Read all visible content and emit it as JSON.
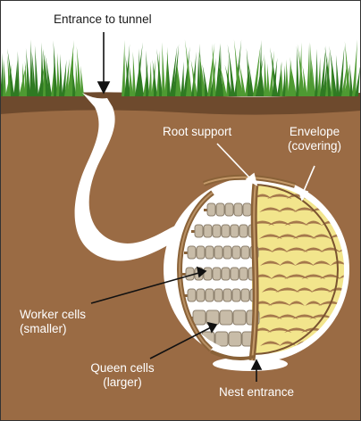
{
  "diagram": {
    "labels": {
      "entrance": "Entrance to tunnel",
      "root_support": "Root support",
      "envelope_line1": "Envelope",
      "envelope_line2": "(covering)",
      "worker_line1": "Worker cells",
      "worker_line2": "(smaller)",
      "queen_line1": "Queen cells",
      "queen_line2": "(larger)",
      "nest_entrance": "Nest entrance"
    },
    "colors": {
      "soil": "#9a6b44",
      "soil_dark": "#6e4a2d",
      "grass": "#4e9a32",
      "tunnel": "#ffffff",
      "comb": "#c8bca8",
      "comb_dark": "#8c7f6c",
      "paper": "#f2e58c",
      "paper_swirl": "#a5784c",
      "pillar": "#8a6238"
    }
  }
}
